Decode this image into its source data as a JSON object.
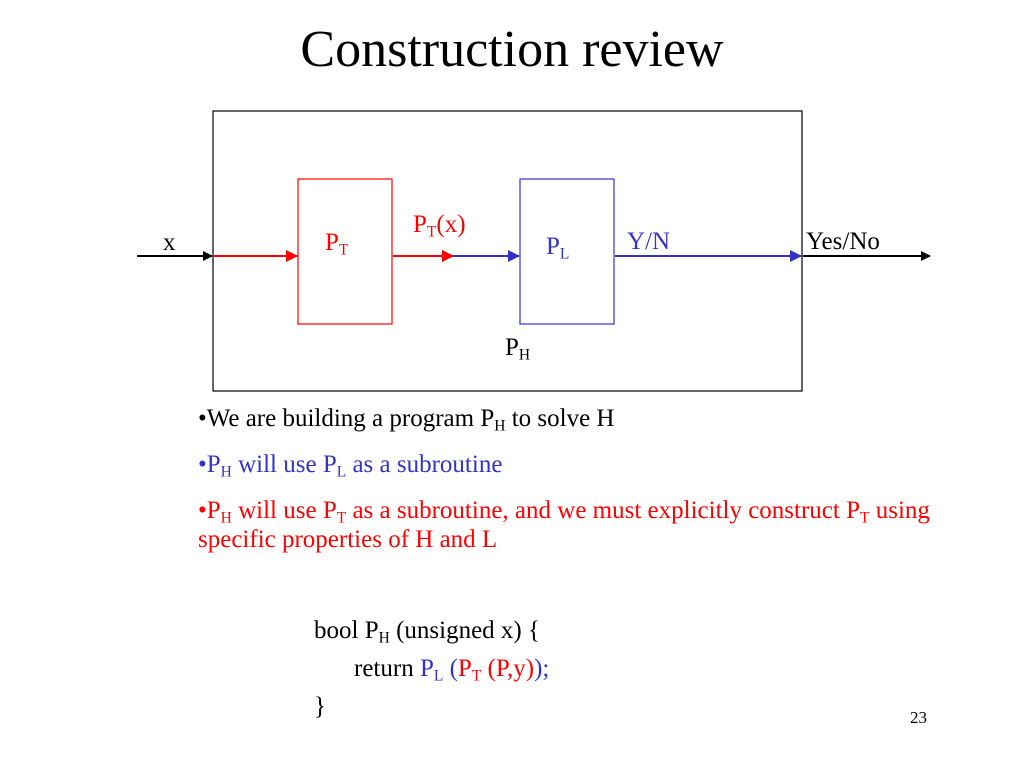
{
  "title": "Construction review",
  "colors": {
    "black": "#000000",
    "red": "#ff0000",
    "blue": "#3333cc"
  },
  "diagram": {
    "input_label": "x",
    "output_label": "Yes/No",
    "pt_box": {
      "main": "P",
      "sub": "T"
    },
    "pl_box": {
      "main": "P",
      "sub": "L"
    },
    "ph_label": {
      "main": "P",
      "sub": "H"
    },
    "pt_output": {
      "main": "P",
      "sub": "T",
      "suffix": "(x)"
    },
    "pl_output": "Y/N"
  },
  "bullets": [
    {
      "color": "#000000",
      "parts": [
        {
          "text": "•We are building a program P"
        },
        {
          "text": "H",
          "sub": true
        },
        {
          "text": " to solve H"
        }
      ]
    },
    {
      "color": "#3333cc",
      "parts": [
        {
          "text": "•P"
        },
        {
          "text": "H",
          "sub": true
        },
        {
          "text": " will use P"
        },
        {
          "text": "L",
          "sub": true
        },
        {
          "text": " as a subroutine"
        }
      ]
    },
    {
      "color": "#ff0000",
      "parts": [
        {
          "text": "•P"
        },
        {
          "text": "H",
          "sub": true
        },
        {
          "text": " will use P"
        },
        {
          "text": "T",
          "sub": true
        },
        {
          "text": " as a subroutine, and we must explicitly construct P"
        },
        {
          "text": "T",
          "sub": true
        },
        {
          "text": " using specific properties of H and L"
        }
      ]
    }
  ],
  "code": [
    {
      "indent": false,
      "parts": [
        {
          "text": "bool P",
          "color": "#000000"
        },
        {
          "text": "H",
          "sub": true,
          "color": "#000000"
        },
        {
          "text": " (unsigned x) {",
          "color": "#000000"
        }
      ]
    },
    {
      "indent": true,
      "parts": [
        {
          "text": "return ",
          "color": "#000000"
        },
        {
          "text": "P",
          "color": "#3333cc"
        },
        {
          "text": "L",
          "sub": true,
          "color": "#3333cc"
        },
        {
          "text": " (",
          "color": "#3333cc"
        },
        {
          "text": "P",
          "color": "#ff0000"
        },
        {
          "text": "T",
          "sub": true,
          "color": "#ff0000"
        },
        {
          "text": " (P,y)",
          "color": "#ff0000"
        },
        {
          "text": ");",
          "color": "#3333cc"
        }
      ]
    },
    {
      "indent": false,
      "parts": [
        {
          "text": "}",
          "color": "#000000"
        }
      ]
    }
  ],
  "page_number": "23"
}
